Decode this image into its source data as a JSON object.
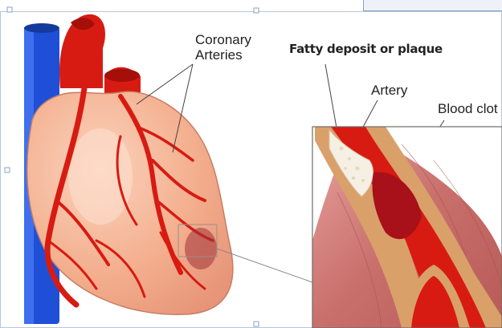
{
  "labels": {
    "coronary_line1": "Coronary",
    "coronary_line2": "Arteries",
    "fatty_deposit": "Fatty deposit or plaque",
    "artery": "Artery",
    "blood_clot": "Blood clot"
  },
  "colors": {
    "heart": "#f2ad8c",
    "artery_red": "#d81b12",
    "vein_blue": "#1f4fd6",
    "muscle": "#c96b6b",
    "vessel_wall": "#d9a06a",
    "plaque": "#f6efe4",
    "clot": "#a8101a"
  }
}
